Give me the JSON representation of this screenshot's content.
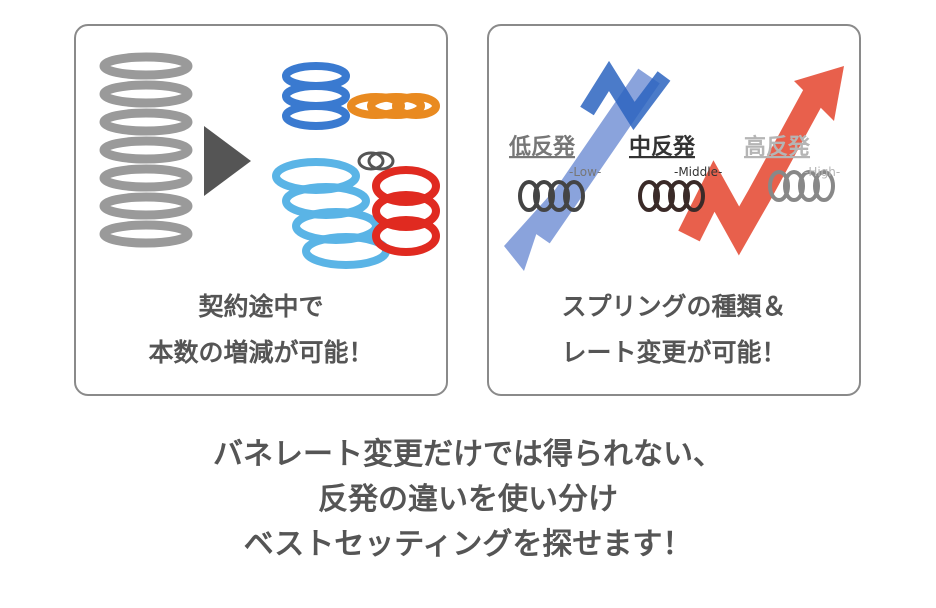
{
  "cards": [
    {
      "caption": [
        "契約途中で",
        "本数の増減が可能！"
      ]
    },
    {
      "caption": [
        "スプリングの種類＆",
        "レート変更が可能！"
      ],
      "levels": [
        {
          "label": "低反発",
          "sub": "-Low-",
          "color": "#777777"
        },
        {
          "label": "中反発",
          "sub": "-Middle-",
          "color": "#333333"
        },
        {
          "label": "高反発",
          "sub": "-High-",
          "color": "#b5b5b5"
        }
      ]
    }
  ],
  "bottom_text": [
    "バネレート変更だけでは得られない、",
    "反発の違いを使い分け",
    "ベストセッティングを探せます！"
  ],
  "colors": {
    "text": "#555555",
    "border": "#8a8a8a",
    "arrow_blue": "#7f9ad6",
    "arrow_red": "#e8604c"
  }
}
